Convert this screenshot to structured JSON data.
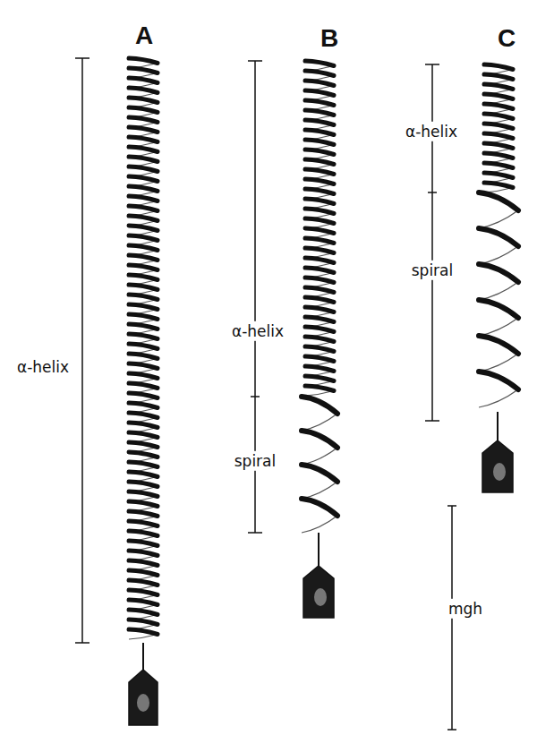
{
  "diagram": {
    "labels": [
      "A",
      "B",
      "C",
      "α-helix",
      "α-helix",
      "α-helix",
      "spiral",
      "spiral",
      "mgh"
    ]
  }
}
